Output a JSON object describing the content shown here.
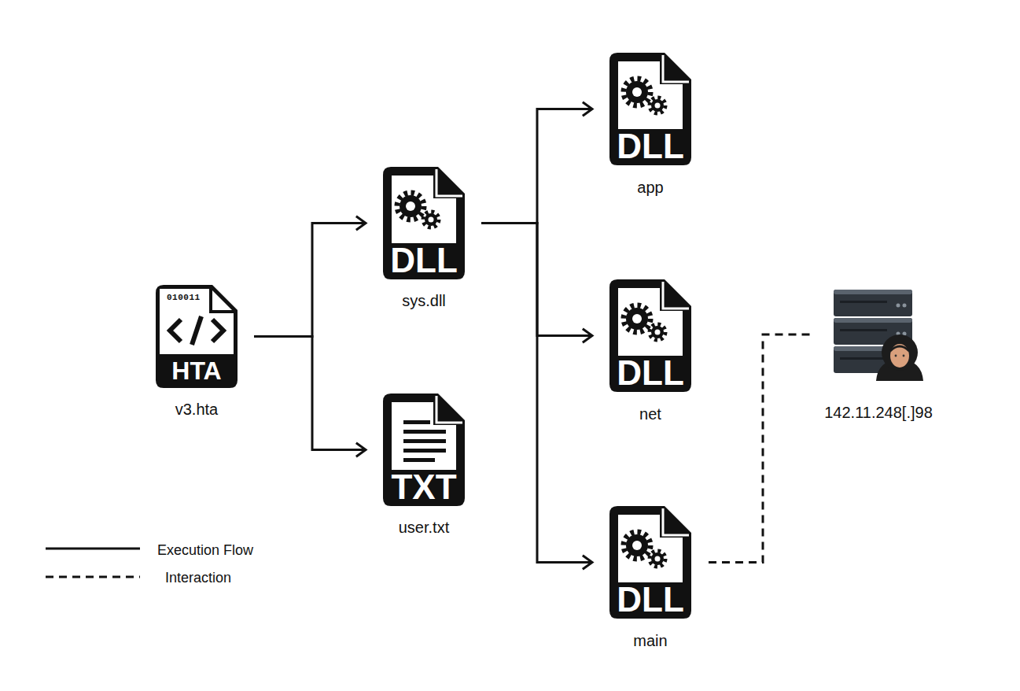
{
  "diagram": {
    "nodes": [
      {
        "text": [
          "010011",
          "HTA",
          "v3.hta"
        ]
      },
      {
        "text": [
          "DLL",
          "sys.dll"
        ]
      },
      {
        "text": [
          "TXT",
          "user.txt"
        ]
      },
      {
        "text": [
          "DLL",
          "app"
        ]
      },
      {
        "text": [
          "DLL",
          "net"
        ]
      },
      {
        "text": [
          "DLL",
          "main"
        ]
      },
      {
        "text": [
          "142.11.248[.]98"
        ]
      }
    ],
    "edges": [
      {
        "from": 0,
        "to": 1,
        "arrow": "to"
      },
      {
        "from": 0,
        "to": 2,
        "arrow": "to"
      },
      {
        "from": 1,
        "to": 3,
        "arrow": "to"
      },
      {
        "from": 1,
        "to": 4,
        "arrow": "to"
      },
      {
        "from": 1,
        "to": 5,
        "arrow": "to"
      },
      {
        "from": 5,
        "to": 6,
        "arrow": "none"
      }
    ],
    "legend": [
      {
        "text": "Execution Flow"
      },
      {
        "text": "Interaction"
      }
    ]
  }
}
